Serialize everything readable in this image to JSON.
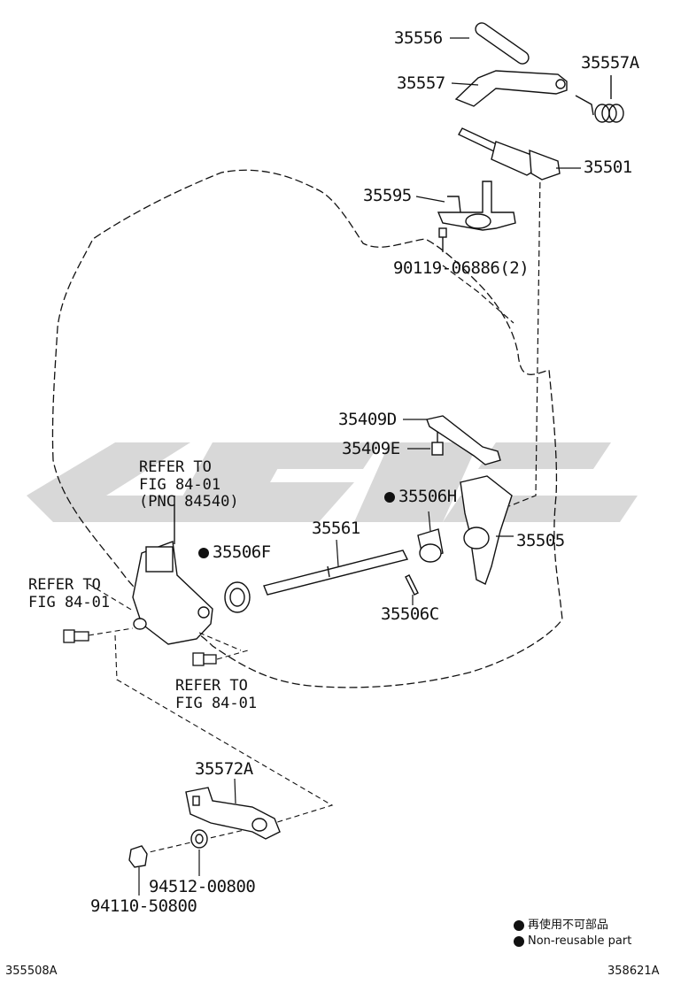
{
  "labels": {
    "p35556": "35556",
    "p35557": "35557",
    "p35557A": "35557A",
    "p35501": "35501",
    "p35595": "35595",
    "p90119": "90119-06886(2)",
    "p35409D": "35409D",
    "p35409E": "35409E",
    "p35506H": "35506H",
    "p35561": "35561",
    "p35506F": "35506F",
    "p35505": "35505",
    "p35506C": "35506C",
    "p35572A": "35572A",
    "p94512": "94512-00800",
    "p94110": "94110-50800"
  },
  "refs": {
    "top": "REFER TO\nFIG 84-01\n(PNC 84540)",
    "left": "REFER TO\nFIG 84-01",
    "bottom": "REFER TO\nFIG 84-01"
  },
  "legend": {
    "jp": "再使用不可部品",
    "en": "Non-reusable part"
  },
  "corner": {
    "left": "355508A",
    "right": "358621A"
  },
  "colors": {
    "line": "#111111",
    "watermark": "#d6d6d6",
    "ink": "#111111"
  }
}
